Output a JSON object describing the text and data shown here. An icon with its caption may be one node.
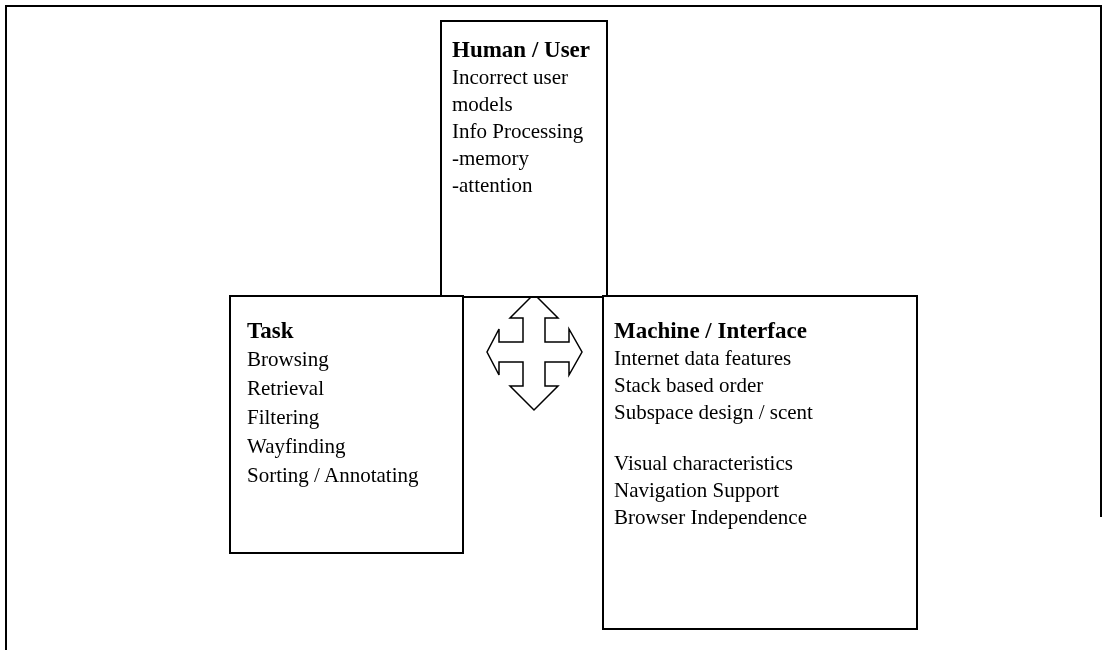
{
  "diagram": {
    "nodes": [
      {
        "text": [
          "Human / User",
          "Incorrect user models",
          "Info Processing",
          "-memory",
          "-attention"
        ]
      },
      {
        "text": [
          "Task",
          "Browsing",
          "Retrieval",
          "Filtering",
          "Wayfinding",
          "Sorting / Annotating"
        ]
      },
      {
        "text": [
          "Machine / Interface",
          "Internet data features",
          "Stack based order",
          "Subspace design / scent",
          "Visual characteristics",
          "Navigation Support",
          "Browser Independence"
        ]
      }
    ]
  }
}
